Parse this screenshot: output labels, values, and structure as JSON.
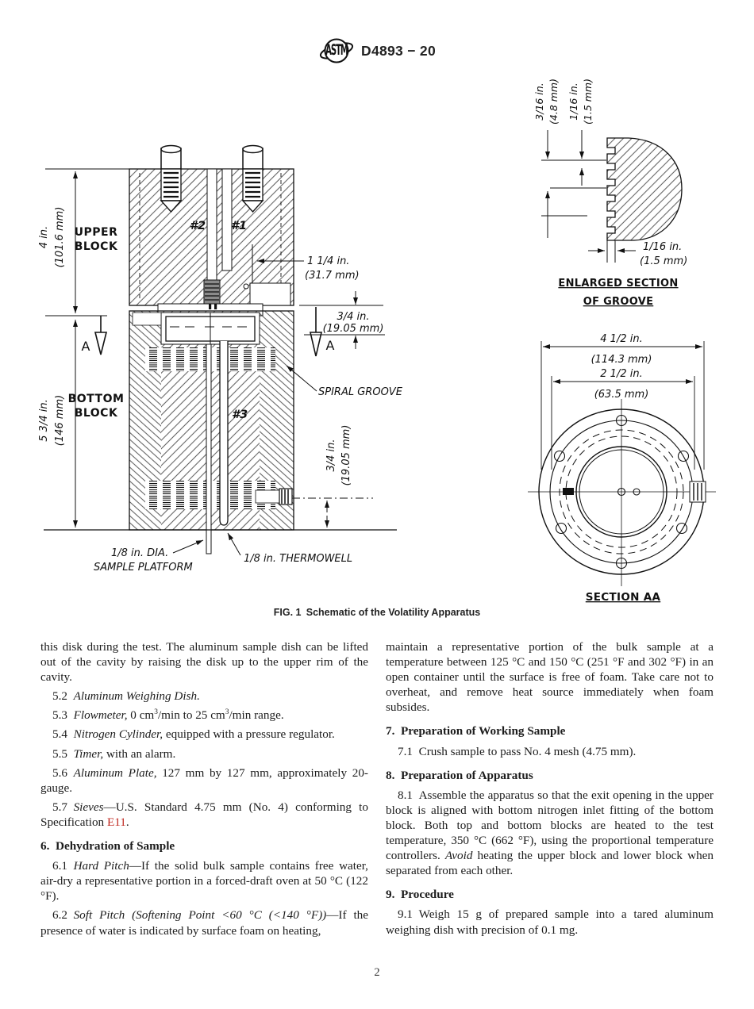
{
  "colors": {
    "reference_link": "#c02820"
  },
  "header": {
    "designation": "D4893 − 20",
    "logo": "astm-globe-logo"
  },
  "figure": {
    "caption": "FIG. 1 Schematic of the Volatility Apparatus",
    "schematic": {
      "upper_block_line1": "UPPER",
      "upper_block_line2": "BLOCK",
      "bottom_block_line1": "BOTTOM",
      "bottom_block_line2": "BLOCK",
      "dim_height_upper_in": "4 in.",
      "dim_height_upper_mm": "(101.6 mm)",
      "dim_height_bottom_in": "5 3/4 in.",
      "dim_height_bottom_mm": "(146 mm)",
      "hole1": "#1",
      "hole2": "#2",
      "hole3": "#3",
      "dim_depth_in": "1 1/4 in.",
      "dim_depth_mm": "(31.7 mm)",
      "dim_cavity_in": "3/4 in.",
      "dim_cavity_mm": "(19.05 mm)",
      "spiral_groove_label": "SPIRAL GROOVE",
      "dim_inlet_in": "3/4 in.",
      "dim_inlet_mm": "(19.05 mm)",
      "sample_platform_line1": "1/8 in. DIA.",
      "sample_platform_line2": "SAMPLE PLATFORM",
      "thermowell_label": "1/8 in. THERMOWELL",
      "section_marker_left": "A",
      "section_marker_right": "A"
    },
    "groove_detail": {
      "dim_pitch_in": "3/16 in.",
      "dim_pitch_mm": "(4.8 mm)",
      "dim_width_in": "1/16 in.",
      "dim_width_mm": "(1.5 mm)",
      "dim_land_in": "1/16 in.",
      "dim_land_mm": "(1.5 mm)",
      "title_line1": "ENLARGED SECTION",
      "title_line2": "OF GROOVE"
    },
    "section_aa": {
      "dim_outer_in": "4 1/2 in.",
      "dim_outer_mm": "(114.3 mm)",
      "dim_inner_in": "2 1/2 in.",
      "dim_inner_mm": "(63.5 mm)",
      "title": "SECTION AA"
    }
  },
  "content": {
    "left_column": [
      {
        "type": "paragraph",
        "indent": false,
        "segments": [
          {
            "text": "this disk during the test. The aluminum sample dish can be lifted out of the cavity by raising the disk up to the upper rim of the cavity."
          }
        ]
      },
      {
        "type": "paragraph",
        "indent": true,
        "segments": [
          {
            "text": "5.2 "
          },
          {
            "text": "Aluminum Weighing Dish.",
            "style": "italic"
          }
        ]
      },
      {
        "type": "paragraph",
        "indent": true,
        "segments": [
          {
            "text": "5.3 "
          },
          {
            "text": "Flowmeter,",
            "style": "italic"
          },
          {
            "text": " 0 cm"
          },
          {
            "text": "3",
            "style": "sup"
          },
          {
            "text": "/min to 25 cm"
          },
          {
            "text": "3",
            "style": "sup"
          },
          {
            "text": "/min range."
          }
        ]
      },
      {
        "type": "paragraph",
        "indent": true,
        "segments": [
          {
            "text": "5.4 "
          },
          {
            "text": "Nitrogen Cylinder,",
            "style": "italic"
          },
          {
            "text": " equipped with a pressure regulator."
          }
        ]
      },
      {
        "type": "paragraph",
        "indent": true,
        "segments": [
          {
            "text": "5.5 "
          },
          {
            "text": "Timer,",
            "style": "italic"
          },
          {
            "text": " with an alarm."
          }
        ]
      },
      {
        "type": "paragraph",
        "indent": true,
        "segments": [
          {
            "text": "5.6 "
          },
          {
            "text": "Aluminum Plate,",
            "style": "italic"
          },
          {
            "text": " 127 mm by 127 mm, approximately 20-gauge."
          }
        ]
      },
      {
        "type": "paragraph",
        "indent": true,
        "segments": [
          {
            "text": "5.7 "
          },
          {
            "text": "Sieves",
            "style": "italic"
          },
          {
            "text": "—U.S. Standard 4.75 mm (No. 4) conforming to Specification "
          },
          {
            "text": "E11",
            "style": "link"
          },
          {
            "text": "."
          }
        ]
      },
      {
        "type": "heading",
        "segments": [
          {
            "text": "6. Dehydration of Sample"
          }
        ]
      },
      {
        "type": "paragraph",
        "indent": true,
        "segments": [
          {
            "text": "6.1 "
          },
          {
            "text": "Hard Pitch",
            "style": "italic"
          },
          {
            "text": "—If the solid bulk sample contains free water, air-dry a representative portion in a forced-draft oven at 50 °C (122 °F)."
          }
        ]
      },
      {
        "type": "paragraph",
        "indent": true,
        "segments": [
          {
            "text": "6.2 "
          },
          {
            "text": "Soft Pitch (Softening Point <60 °C (<140 °F))",
            "style": "italic"
          },
          {
            "text": "—If the presence of water is indicated by surface foam on heating,"
          }
        ]
      }
    ],
    "right_column": [
      {
        "type": "paragraph",
        "indent": false,
        "segments": [
          {
            "text": "maintain a representative portion of the bulk sample at a temperature between 125 °C and 150 °C (251 °F and 302 °F) in an open container until the surface is free of foam. Take care not to overheat, and remove heat source immediately when foam subsides."
          }
        ]
      },
      {
        "type": "heading",
        "segments": [
          {
            "text": "7. Preparation of Working Sample"
          }
        ]
      },
      {
        "type": "paragraph",
        "indent": true,
        "segments": [
          {
            "text": "7.1 Crush sample to pass No. 4 mesh (4.75 mm)."
          }
        ]
      },
      {
        "type": "heading",
        "segments": [
          {
            "text": "8. Preparation of Apparatus"
          }
        ]
      },
      {
        "type": "paragraph",
        "indent": true,
        "segments": [
          {
            "text": "8.1 Assemble the apparatus so that the exit opening in the upper block is aligned with bottom nitrogen inlet fitting of the bottom block. Both top and bottom blocks are heated to the test temperature, 350 °C (662 °F), using the proportional temperature controllers. "
          },
          {
            "text": "Avoid",
            "style": "italic"
          },
          {
            "text": " heating the upper block and lower block when separated from each other."
          }
        ]
      },
      {
        "type": "heading",
        "segments": [
          {
            "text": "9. Procedure"
          }
        ]
      },
      {
        "type": "paragraph",
        "indent": true,
        "segments": [
          {
            "text": "9.1 Weigh 15 g of prepared sample into a tared aluminum weighing dish with precision of 0.1 mg."
          }
        ]
      }
    ]
  },
  "footer": {
    "page_number": "2"
  }
}
